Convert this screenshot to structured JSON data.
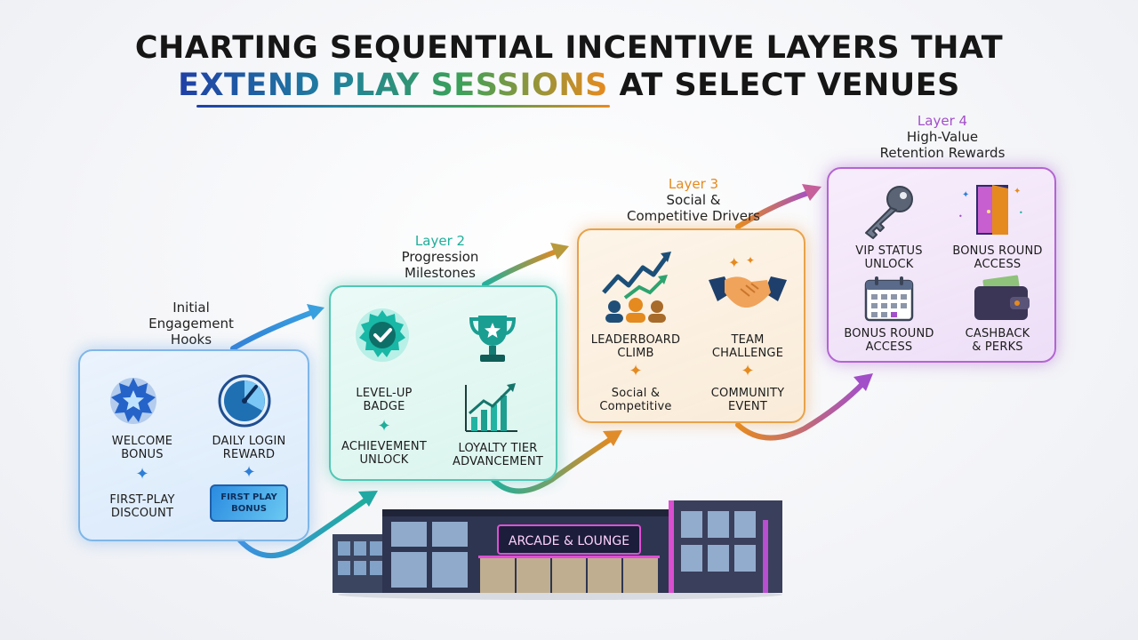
{
  "title": {
    "line1": "CHARTING SEQUENTIAL INCENTIVE LAYERS THAT",
    "line2_highlight": "EXTEND PLAY SESSIONS",
    "line2_rest": " AT SELECT VENUES"
  },
  "layers": [
    {
      "number": "",
      "name_line1": "Initial",
      "name_line2": "Engagement",
      "name_line3": "Hooks",
      "items": [
        {
          "label_line1": "WELCOME",
          "label_line2": "BONUS",
          "icon": "star-badge-icon"
        },
        {
          "label_line1": "DAILY LOGIN",
          "label_line2": "REWARD",
          "icon": "timer-icon"
        },
        {
          "label_line1": "FIRST-PLAY",
          "label_line2": "DISCOUNT",
          "icon": ""
        },
        {
          "label_line1": "",
          "label_line2": "",
          "icon": "ticket-icon",
          "ticket_line1": "FIRST PLAY",
          "ticket_line2": "BONUS"
        }
      ],
      "accent": "#2f7fd6"
    },
    {
      "number": "Layer 2",
      "name_line1": "Progression",
      "name_line2": "Milestones",
      "items": [
        {
          "label_line1": "LEVEL-UP",
          "label_line2": "BADGE",
          "icon": "check-badge-icon"
        },
        {
          "label_line1": "",
          "label_line2": "",
          "icon": "trophy-icon"
        },
        {
          "label_line1": "ACHIEVEMENT",
          "label_line2": "UNLOCK",
          "icon": ""
        },
        {
          "label_line1": "LOYALTY TIER",
          "label_line2": "ADVANCEMENT",
          "icon": "bar-chart-icon"
        }
      ],
      "accent": "#1fae9a"
    },
    {
      "number": "Layer 3",
      "name_line1": "Social &",
      "name_line2": "Competitive Drivers",
      "items": [
        {
          "label_line1": "LEADERBOARD",
          "label_line2": "CLIMB",
          "icon": "leaderboard-icon"
        },
        {
          "label_line1": "TEAM",
          "label_line2": "CHALLENGE",
          "icon": "handshake-icon"
        },
        {
          "label_line1": "Social &",
          "label_line2": "Competitive",
          "icon": ""
        },
        {
          "label_line1": "COMMUNITY",
          "label_line2": "EVENT",
          "icon": ""
        }
      ],
      "accent": "#e58a1f"
    },
    {
      "number": "Layer 4",
      "name_line1": "High-Value",
      "name_line2": "Retention Rewards",
      "items": [
        {
          "label_line1": "VIP STATUS",
          "label_line2": "UNLOCK",
          "icon": "key-icon"
        },
        {
          "label_line1": "BONUS ROUND",
          "label_line2": "ACCESS",
          "icon": "door-icon"
        },
        {
          "label_line1": "BONUS ROUND",
          "label_line2": "ACCESS",
          "icon": "calendar-icon"
        },
        {
          "label_line1": "CASHBACK",
          "label_line2": "& PERKS",
          "icon": "wallet-icon"
        }
      ],
      "accent": "#a24fc9"
    }
  ],
  "venue_sign": "ARCADE & LOUNGE",
  "separator_glyph": "✦",
  "colors": {
    "blue": "#2f7fd6",
    "teal": "#1fae9a",
    "orange": "#e58a1f",
    "purple": "#a24fc9"
  }
}
